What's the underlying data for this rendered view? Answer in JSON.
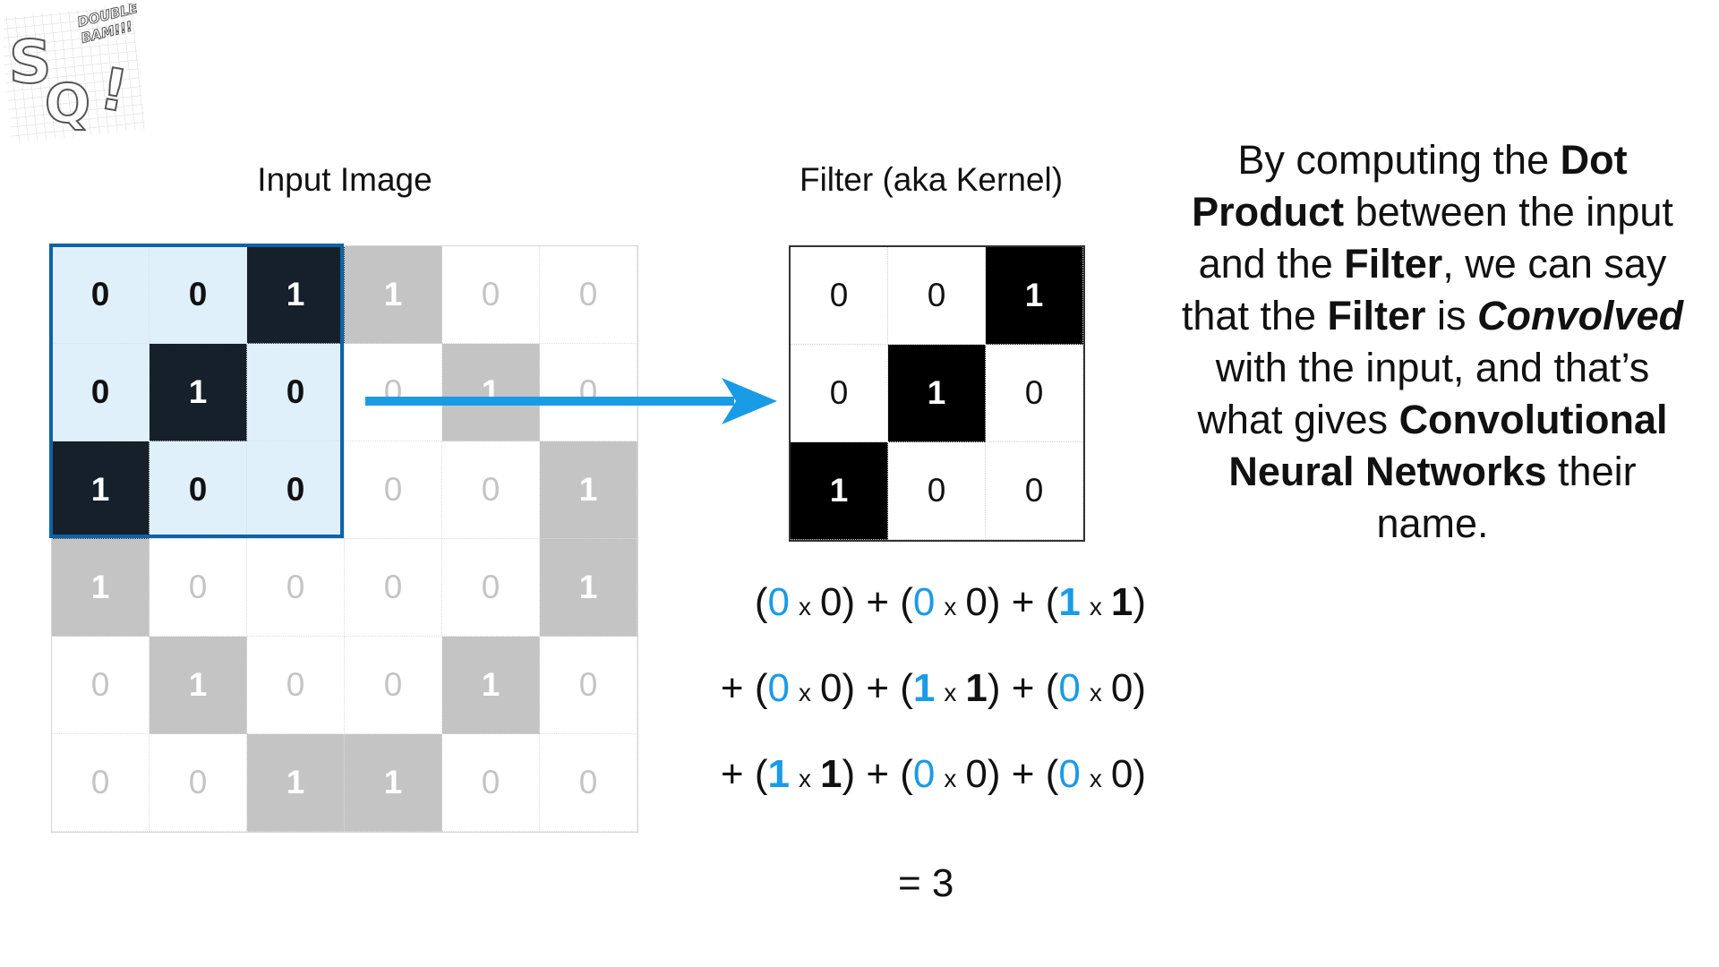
{
  "titles": {
    "input": "Input Image",
    "filter": "Filter (aka Kernel)"
  },
  "input_grid": [
    [
      0,
      0,
      1,
      1,
      0,
      0
    ],
    [
      0,
      1,
      0,
      0,
      1,
      0
    ],
    [
      1,
      0,
      0,
      0,
      0,
      1
    ],
    [
      1,
      0,
      0,
      0,
      0,
      1
    ],
    [
      0,
      1,
      0,
      0,
      1,
      0
    ],
    [
      0,
      0,
      1,
      1,
      0,
      0
    ]
  ],
  "filter_grid": [
    [
      0,
      0,
      1
    ],
    [
      0,
      1,
      0
    ],
    [
      1,
      0,
      0
    ]
  ],
  "window": {
    "rows": 3,
    "cols": 3
  },
  "equation": {
    "rows": [
      {
        "prefix": "",
        "terms": [
          {
            "a": "0",
            "b": "0"
          },
          {
            "a": "0",
            "b": "0"
          },
          {
            "a": "1",
            "b": "1"
          }
        ]
      },
      {
        "prefix": "+",
        "terms": [
          {
            "a": "0",
            "b": "0"
          },
          {
            "a": "1",
            "b": "1"
          },
          {
            "a": "0",
            "b": "0"
          }
        ]
      },
      {
        "prefix": "+",
        "terms": [
          {
            "a": "1",
            "b": "1"
          },
          {
            "a": "0",
            "b": "0"
          },
          {
            "a": "0",
            "b": "0"
          }
        ]
      }
    ],
    "times": "x",
    "plus": "+",
    "result": "= 3"
  },
  "explanation": [
    {
      "t": "By computing the ",
      "s": ""
    },
    {
      "t": "Dot Product",
      "s": "b"
    },
    {
      "t": " between the input and the ",
      "s": ""
    },
    {
      "t": "Filter",
      "s": "b"
    },
    {
      "t": ", we can say that the ",
      "s": ""
    },
    {
      "t": "Filter",
      "s": "b"
    },
    {
      "t": " is ",
      "s": ""
    },
    {
      "t": "Convolved",
      "s": "i"
    },
    {
      "t": " with the input, and that’s what gives ",
      "s": ""
    },
    {
      "t": "Convolutional Neural Networks",
      "s": "b"
    },
    {
      "t": " their name.",
      "s": ""
    }
  ],
  "logo": {
    "text_lines": [
      "DOUBLE",
      "BAM!!!"
    ],
    "letters": "SQ!"
  },
  "colors": {
    "highlight_box": "#0e63a6",
    "arrow": "#1a9be6",
    "input_value": "#1a9be6"
  }
}
